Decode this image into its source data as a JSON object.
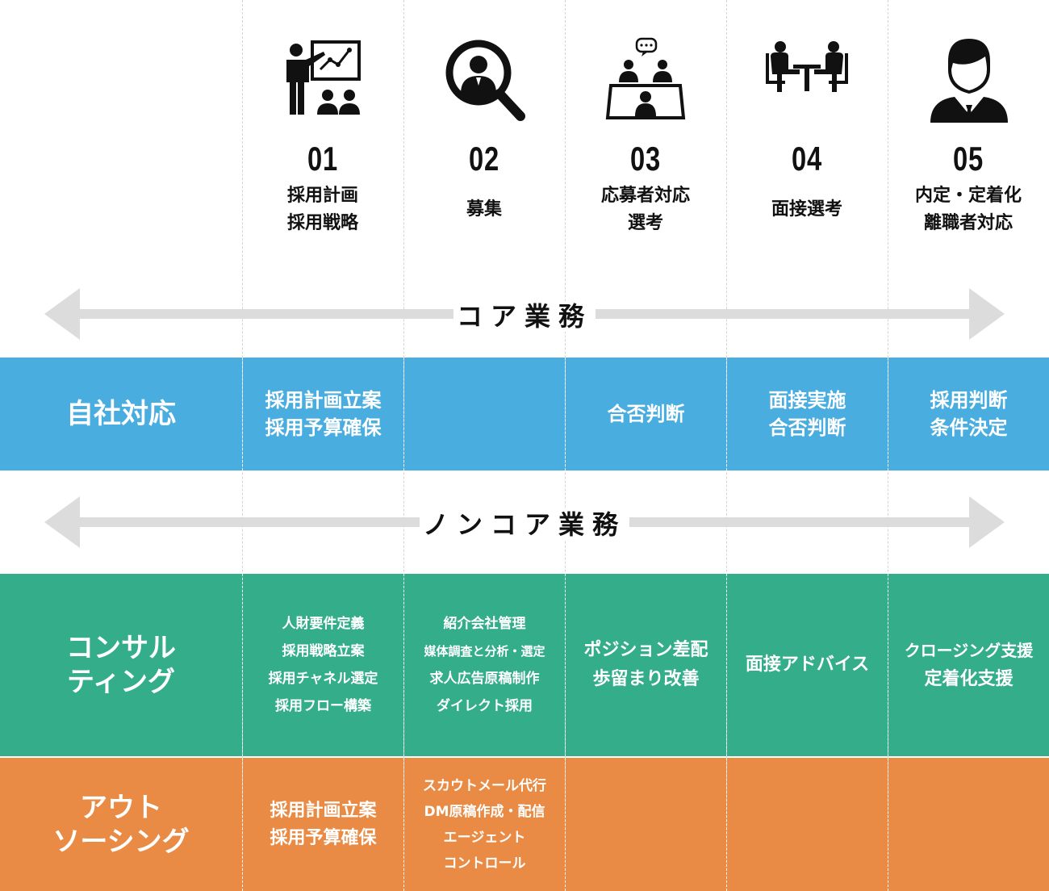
{
  "steps": [
    {
      "number": "01",
      "lines": [
        "採用計画",
        "採用戦略"
      ],
      "icon": "presentation-icon"
    },
    {
      "number": "02",
      "lines": [
        "募集"
      ],
      "icon": "search-person-icon"
    },
    {
      "number": "03",
      "lines": [
        "応募者対応",
        "選考"
      ],
      "icon": "meeting-icon"
    },
    {
      "number": "04",
      "lines": [
        "面接選考"
      ],
      "icon": "interview-table-icon"
    },
    {
      "number": "05",
      "lines": [
        "内定・定着化",
        "離職者対応"
      ],
      "icon": "businessman-icon"
    }
  ],
  "arrows": {
    "core": "コア業務",
    "noncore": "ノンコア業務"
  },
  "rows": {
    "inhouse": {
      "label": "自社対応",
      "cells": [
        [
          "採用計画立案",
          "採用予算確保"
        ],
        [],
        [
          "合否判断"
        ],
        [
          "面接実施",
          "合否判断"
        ],
        [
          "採用判断",
          "条件決定"
        ]
      ]
    },
    "consulting": {
      "label_lines": [
        "コンサル",
        "ティング"
      ],
      "cells": [
        [
          "人財要件定義",
          "採用戦略立案",
          "採用チャネル選定",
          "採用フロー構築"
        ],
        [
          "紹介会社管理",
          "媒体調査と分析・選定",
          "求人広告原稿制作",
          "ダイレクト採用"
        ],
        [
          "ポジション差配",
          "歩留まり改善"
        ],
        [
          "面接アドバイス"
        ],
        [
          "クロージング支援",
          "定着化支援"
        ]
      ]
    },
    "outsourcing": {
      "label_lines": [
        "アウト",
        "ソーシング"
      ],
      "cells": [
        [
          "採用計画立案",
          "採用予算確保"
        ],
        [
          "スカウトメール代行",
          "DM原稿作成・配信",
          "エージェント",
          "コントロール"
        ],
        [],
        [],
        []
      ]
    }
  },
  "colors": {
    "blue": "#49ade0",
    "green": "#33ad8a",
    "orange": "#e98b44",
    "arrow": "#dcdcdc"
  }
}
